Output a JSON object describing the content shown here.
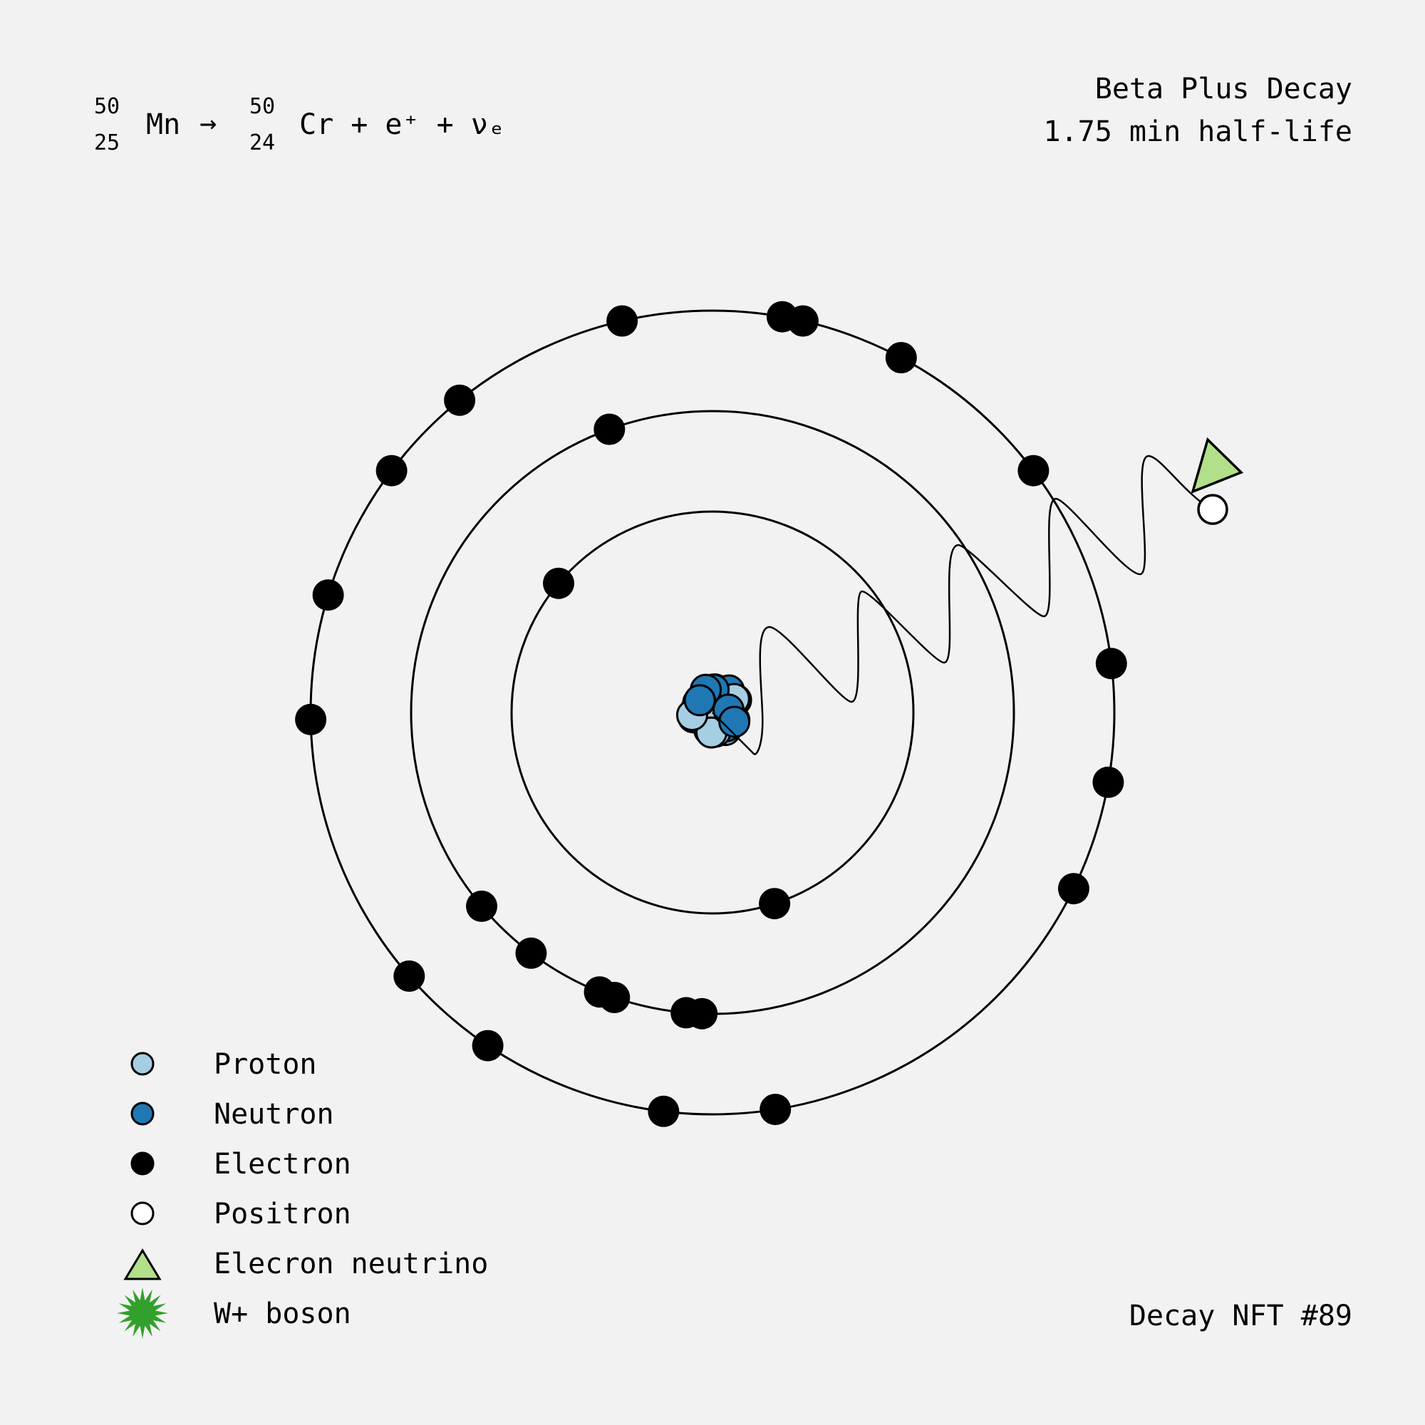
{
  "equation": {
    "parent_mass": "50",
    "parent_atomic": "25",
    "parent_symbol": "Mn",
    "arrow": "→",
    "daughter_mass": "50",
    "daughter_atomic": "24",
    "daughter_rest": "Cr + e⁺ + νₑ"
  },
  "header": {
    "decay_type": "Beta Plus Decay",
    "half_life": "1.75 min half-life"
  },
  "footer": {
    "nft_label": "Decay NFT #89"
  },
  "legend": {
    "items": [
      {
        "label": "Proton",
        "marker": "proton"
      },
      {
        "label": "Neutron",
        "marker": "neutron"
      },
      {
        "label": "Electron",
        "marker": "electron"
      },
      {
        "label": "Positron",
        "marker": "positron"
      },
      {
        "label": "Elecron neutrino",
        "marker": "neutrino"
      },
      {
        "label": "W+ boson",
        "marker": "boson"
      }
    ]
  },
  "atom": {
    "protons": 25,
    "neutrons": 25,
    "shells": [
      {
        "electron_angles_deg": [
          140,
          288
        ]
      },
      {
        "electron_angles_deg": [
          110,
          220,
          233,
          248,
          251,
          265,
          268
        ]
      },
      {
        "electron_angles_deg": [
          7,
          37,
          62,
          77,
          80,
          103,
          129,
          143,
          163,
          181,
          221,
          236,
          263,
          279,
          334,
          350
        ]
      }
    ]
  },
  "colors": {
    "background": "#f2f2f2",
    "proton": "#a6cee3",
    "neutron": "#1f78b4",
    "electron": "#000000",
    "positron": "#ffffff",
    "neutrino": "#b2df8a",
    "boson": "#33a02c"
  }
}
